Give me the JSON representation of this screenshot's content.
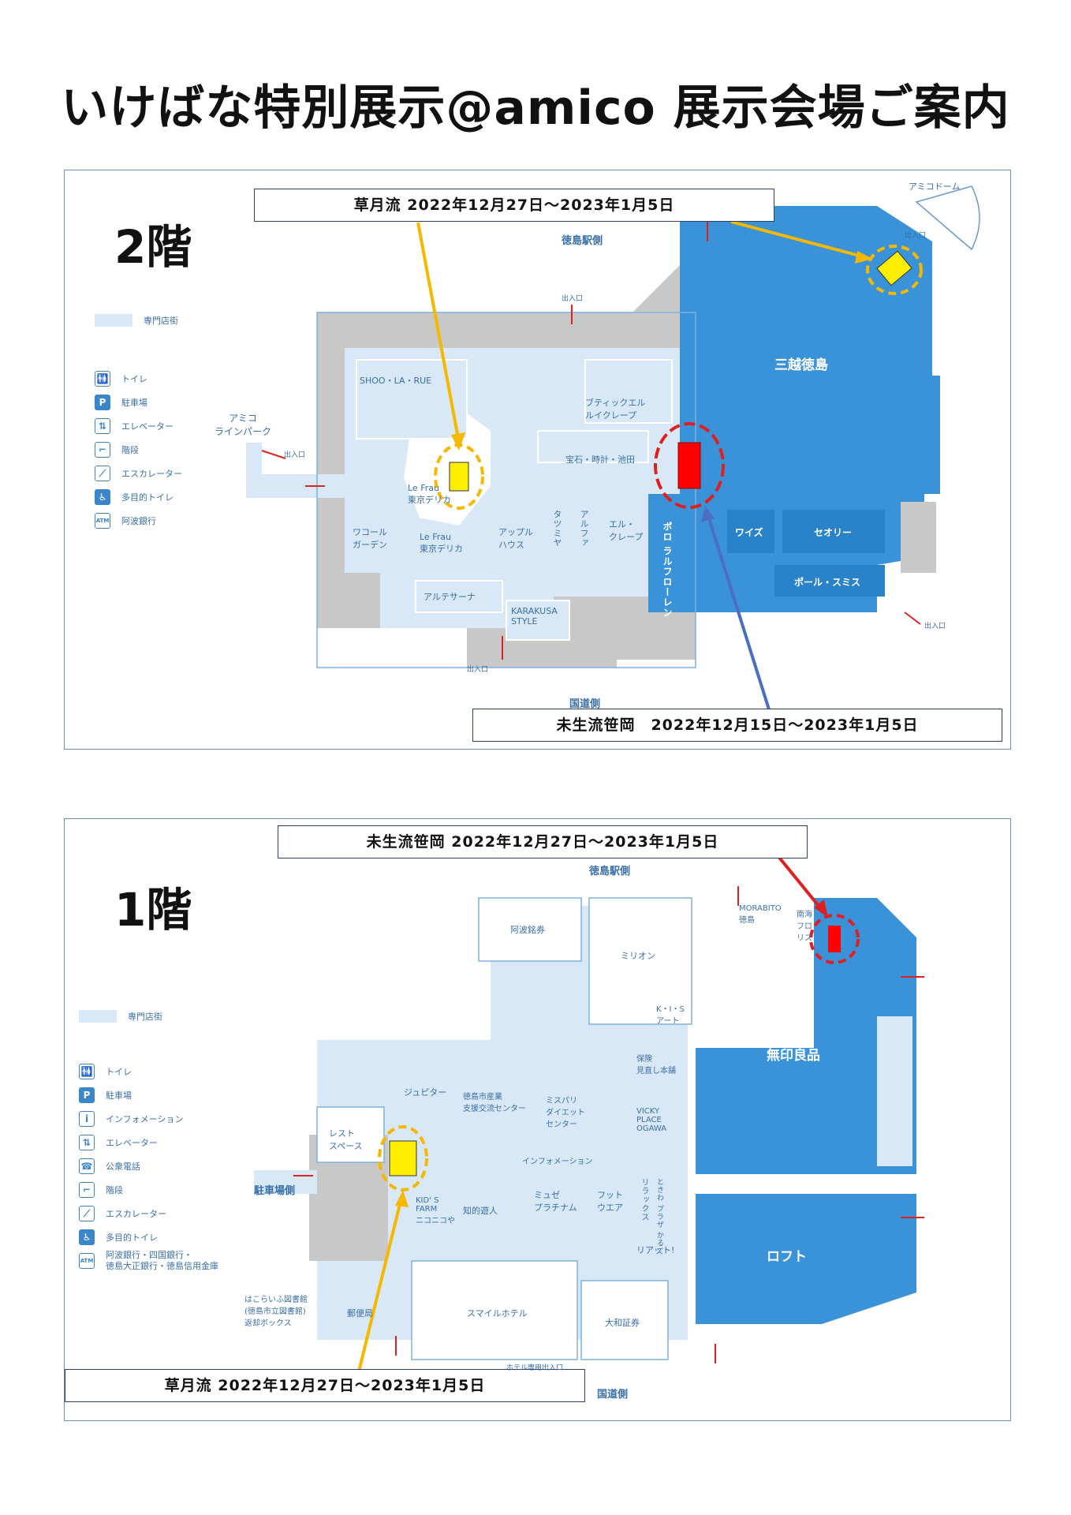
{
  "title": "いけばな特別展示@amico 展示会場ご案内",
  "floor2": {
    "label": "2階",
    "callout_top": "草月流 2022年12月27日〜2023年1月5日",
    "callout_bottom": "未生流笹岡　2022年12月15日〜2023年1月5日",
    "north": "徳島駅側",
    "south": "国道側",
    "dome": "アミコドーム",
    "park": "アミコ\nラインパーク",
    "shops": {
      "mitsukoshi": "三越徳島",
      "shoo": "SHOO・LA・RUE",
      "boutique": "ブティックエル\nルイクレープ",
      "jewel": "宝石・時計・池田",
      "lefrau1": "Le Frau\n東京デリカ",
      "lefrau2": "Le Frau\n東京デリカ",
      "wacoal": "ワコール\nガーデン",
      "apple": "アップル\nハウス",
      "tatsumiya": "タツミヤ",
      "alpha": "アルファ",
      "elcrepe": "エル・\nクレープ",
      "artesana": "アルテサーナ",
      "karakusa": "KARAKUSA\nSTYLE",
      "polo": "ポロ\nラルフローレン",
      "wise": "ワイズ",
      "theory": "セオリー",
      "paul": "ポール・スミス"
    },
    "exits": [
      "出入口",
      "出入口",
      "出入口",
      "出入口",
      "出入口"
    ]
  },
  "floor1": {
    "label": "1階",
    "callout_top": "未生流笹岡 2022年12月27日〜2023年1月5日",
    "callout_bottom": "草月流 2022年12月27日〜2023年1月5日",
    "north": "徳島駅側",
    "south": "国道側",
    "parking": "駐車場側",
    "shops": {
      "awa": "阿波銘券",
      "mirion": "ミリオン",
      "morabito": "MORABITO\n徳島",
      "nankai": "南海\nフロ\nリス",
      "muji": "無印良品",
      "loft": "ロフト",
      "jupiter": "ジュピター",
      "tokushima": "徳島市産業\n支援交流センター",
      "miss": "ミスパリ\nダイエット\nセンター",
      "vicky": "VICKY\nPLACE\nOGAWA",
      "kis": "K・I・S\nアート",
      "hoken": "保険\n見直し本舗",
      "rest": "レスト\nスペース",
      "kids": "KID' S\nFARM\nニコニコや",
      "chiteki": "知的遊人",
      "muse": "ミュゼ\nプラチナム",
      "foot": "フット\nウエア",
      "relax": "リラックス",
      "tokiwa": "ときわ\nプラザ\nかるて",
      "riatto": "リアット!",
      "smile": "スマイルホテル",
      "daiwa": "大和証券",
      "yubin": "郵便局",
      "info": "インフォメーション",
      "library": "はこらいふ図書館\n(徳島市立図書館)\n返却ボックス",
      "hotel_exit": "ホテル専用出入口"
    }
  },
  "legend2": [
    {
      "icon": "specialty-swatch",
      "label": "専門店街"
    },
    {
      "icon": "toilet-icon",
      "label": "トイレ"
    },
    {
      "icon": "parking-icon",
      "label": "駐車場"
    },
    {
      "icon": "elevator-icon",
      "label": "エレベーター"
    },
    {
      "icon": "stairs-icon",
      "label": "階段"
    },
    {
      "icon": "escalator-icon",
      "label": "エスカレーター"
    },
    {
      "icon": "wheelchair-icon",
      "label": "多目的トイレ"
    },
    {
      "icon": "atm-icon",
      "label": "阿波銀行"
    }
  ],
  "legend1": [
    {
      "icon": "specialty-swatch",
      "label": "専門店街"
    },
    {
      "icon": "toilet-icon",
      "label": "トイレ"
    },
    {
      "icon": "parking-icon",
      "label": "駐車場"
    },
    {
      "icon": "info-icon",
      "label": "インフォメーション"
    },
    {
      "icon": "elevator-icon",
      "label": "エレベーター"
    },
    {
      "icon": "phone-icon",
      "label": "公衆電話"
    },
    {
      "icon": "stairs-icon",
      "label": "階段"
    },
    {
      "icon": "escalator-icon",
      "label": "エスカレーター"
    },
    {
      "icon": "wheelchair-icon",
      "label": "多目的トイレ"
    },
    {
      "icon": "atm-icon",
      "label": "阿波銀行・四国銀行・\n徳島大正銀行・徳島信用金庫"
    }
  ],
  "colors": {
    "mall": "#d8e8f6",
    "anchor": "#3a92d8",
    "dark": "#c8c8c8",
    "yellow": "#ffee00",
    "red": "#ff0000",
    "arrow_y": "#f5b800",
    "arrow_b": "#4a6fc0",
    "arrow_r": "#e02020"
  }
}
